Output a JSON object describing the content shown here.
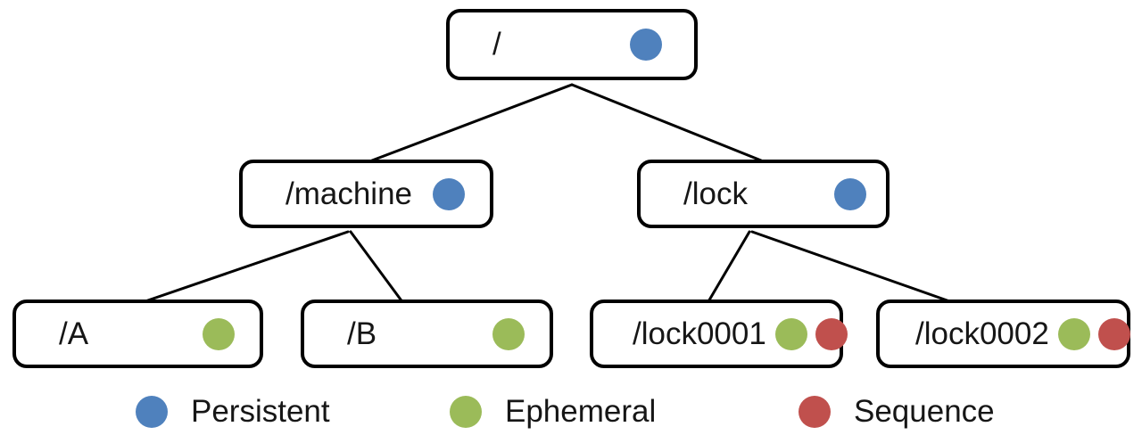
{
  "nodes": [
    {
      "id": "root",
      "label": "/",
      "dots": [
        "persistent"
      ]
    },
    {
      "id": "machine",
      "label": "/machine",
      "dots": [
        "persistent"
      ]
    },
    {
      "id": "lock",
      "label": "/lock",
      "dots": [
        "persistent"
      ]
    },
    {
      "id": "a",
      "label": "/A",
      "dots": [
        "ephemeral"
      ]
    },
    {
      "id": "b",
      "label": "/B",
      "dots": [
        "ephemeral"
      ]
    },
    {
      "id": "lock0001",
      "label": "/lock0001",
      "dots": [
        "ephemeral",
        "sequence"
      ]
    },
    {
      "id": "lock0002",
      "label": "/lock0002",
      "dots": [
        "ephemeral",
        "sequence"
      ]
    }
  ],
  "edges": [
    {
      "from": "root",
      "to": "machine"
    },
    {
      "from": "root",
      "to": "lock"
    },
    {
      "from": "machine",
      "to": "a"
    },
    {
      "from": "machine",
      "to": "b"
    },
    {
      "from": "lock",
      "to": "lock0001"
    },
    {
      "from": "lock",
      "to": "lock0002"
    }
  ],
  "legend": [
    {
      "type": "persistent",
      "label": "Persistent"
    },
    {
      "type": "ephemeral",
      "label": "Ephemeral"
    },
    {
      "type": "sequence",
      "label": "Sequence"
    }
  ],
  "colors": {
    "persistent": "#4F81BD",
    "ephemeral": "#9BBB59",
    "sequence": "#C0504D",
    "line": "#000000",
    "background": "#FFFFFF"
  }
}
